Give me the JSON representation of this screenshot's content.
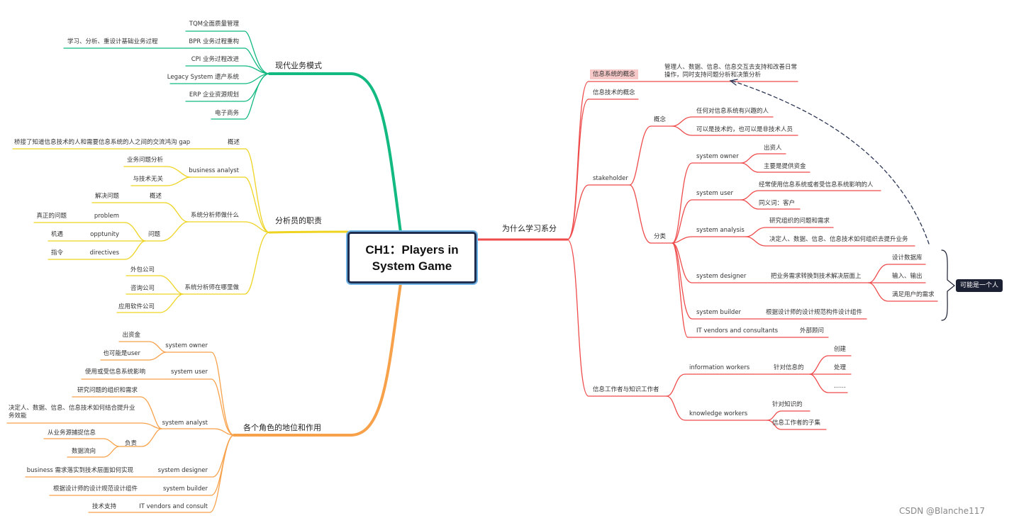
{
  "central": {
    "line1": "CH1：Players in",
    "line2": "System Game"
  },
  "branches": {
    "modern": {
      "title": "现代业务模式",
      "tqm": "TQM全面质量管理",
      "bpr": "BPR 业务过程重构",
      "bpr_note": "学习、分析、重设计基础业务过程",
      "cpi": "CPI 业务过程改进",
      "legacy": "Legacy System 遗产系统",
      "erp": "ERP 企业资源规划",
      "ec": "电子商务"
    },
    "analyst": {
      "title": "分析员的职责",
      "overview": "概述",
      "overview_note": "桥接了知道信息技术的人和需要信息系统的人之间的交流鸿沟 gap",
      "ba": "business analyst",
      "ba_1": "业务问题分析",
      "ba_2": "与技术无关",
      "sa_do": "系统分析师做什么",
      "gaishu": "概述",
      "solve": "解决问题",
      "problem_group": "问题",
      "problem": "problem",
      "problem_note": "真正的问题",
      "opptunity": "opptunity",
      "opptunity_note": "机遇",
      "directives": "directives",
      "directives_note": "指令",
      "where": "系统分析师在哪里做",
      "w1": "外包公司",
      "w2": "咨询公司",
      "w3": "应用软件公司"
    },
    "roles": {
      "title": "各个角色的地位和作用",
      "owner": "system owner",
      "owner_1": "出资金",
      "owner_2": "也可能是user",
      "user": "system user",
      "user_1": "使用或受信息系统影响",
      "analyst": "system analyst",
      "analyst_1": "研究问题的组织和需求",
      "analyst_2": "决定人、数据、信息、信息技术如何结合提升业务效能",
      "resp": "负责",
      "resp_1": "从业务源捕捉信息",
      "resp_2": "数据流向",
      "designer": "system designer",
      "designer_1": "business 需求落实到技术层面如何实现",
      "builder": "system builder",
      "builder_1": "根据设计师的设计规范设计组件",
      "vendors": "IT vendors and consult",
      "vendors_1": "技术支持"
    },
    "why": {
      "title": "为什么学习系分",
      "is_concept": "信息系统的概念",
      "is_concept_note": "管理人、数据、信息、信息交互去支持和改善日常操作，同时支持问题分析和决策分析",
      "it_concept": "信息技术的概念",
      "stakeholder": "stakeholder",
      "concept": "概念",
      "concept_1": "任何对信息系统有兴趣的人",
      "concept_2": "可以是技术的，也可以是非技术人员",
      "classify": "分类",
      "s_owner": "system owner",
      "s_owner_1": "出资人",
      "s_owner_2": "主要是提供资金",
      "s_user": "system user",
      "s_user_1": "经常使用信息系统或者受信息系统影响的人",
      "s_user_2": "同义词：客户",
      "s_analysis": "system analysis",
      "s_analysis_1": "研究组织的问题和需求",
      "s_analysis_2": "决定人、数据、信息、信息技术如何组织去提升业务",
      "s_designer": "system designer",
      "s_designer_1": "把业务需求转换到技术解决层面上",
      "s_designer_a": "设计数据库",
      "s_designer_b": "输入、输出",
      "s_designer_c": "满足用户的需求",
      "s_builder": "system builder",
      "s_builder_1": "根据设计师的设计规范构件设计组件",
      "s_vendors": "IT vendors and consultants",
      "s_vendors_1": "外部顾问",
      "maybe_one": "可能是一个人",
      "workers": "信息工作者与知识工作者",
      "info_workers": "information workers",
      "for_info": "针对信息的",
      "create": "创建",
      "process": "处理",
      "etc": "……",
      "knowledge_workers": "knowledge workers",
      "for_knowledge": "针对知识的",
      "subset": "信息工作者的子集"
    }
  },
  "watermark": "CSDN @Blanche117",
  "colors": {
    "green": "#12b981",
    "yellow": "#eed320",
    "orange": "#f7a14a",
    "red": "#ef4b4b",
    "navy": "#1c2033"
  }
}
